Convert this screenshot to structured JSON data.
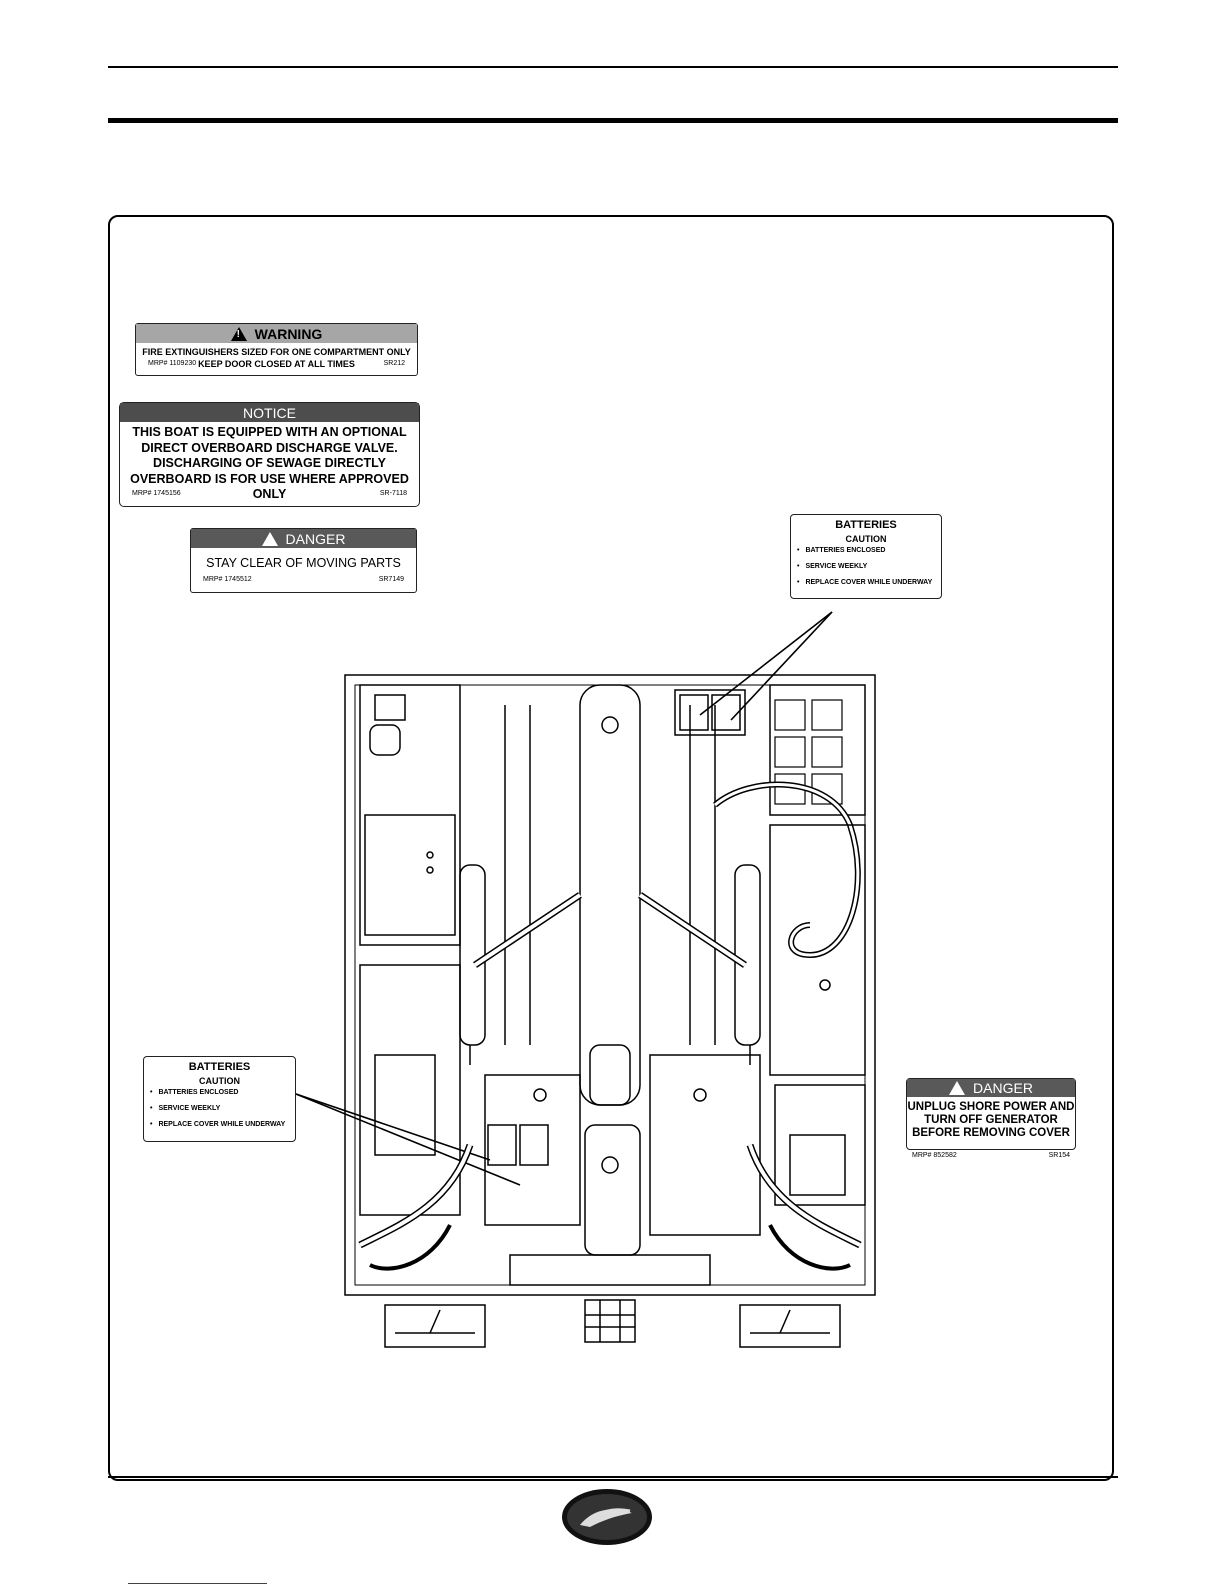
{
  "warning_label": {
    "header": "WARNING",
    "line1": "FIRE EXTINGUISHERS SIZED FOR ONE COMPARTMENT ONLY",
    "line2": "KEEP DOOR CLOSED AT ALL TIMES",
    "mrp": "MRP# 1109230",
    "code": "SR212"
  },
  "notice_label": {
    "header": "NOTICE",
    "lines": [
      "THIS BOAT IS EQUIPPED WITH AN OPTIONAL",
      "DIRECT OVERBOARD DISCHARGE VALVE.",
      "DISCHARGING OF SEWAGE DIRECTLY",
      "OVERBOARD IS FOR USE WHERE APPROVED",
      "ONLY"
    ],
    "mrp": "MRP# 1745156",
    "code": "SR-7118"
  },
  "danger_moving_label": {
    "header": "DANGER",
    "text": "STAY CLEAR OF MOVING PARTS",
    "mrp": "MRP# 1745512",
    "code": "SR7149"
  },
  "batteries_label": {
    "title": "BATTERIES",
    "caution": "CAUTION",
    "items": [
      "BATTERIES ENCLOSED",
      "SERVICE WEEKLY",
      "REPLACE COVER WHILE UNDERWAY"
    ]
  },
  "danger_shore_label": {
    "header": "DANGER",
    "lines": [
      "UNPLUG SHORE POWER AND",
      "TURN OFF GENERATOR",
      "BEFORE REMOVING COVER"
    ],
    "mrp": "MRP# 852582",
    "code": "SR154"
  },
  "colors": {
    "warning_header": "#a6a6a6",
    "notice_header": "#4d4d4d",
    "danger_header": "#595959"
  }
}
